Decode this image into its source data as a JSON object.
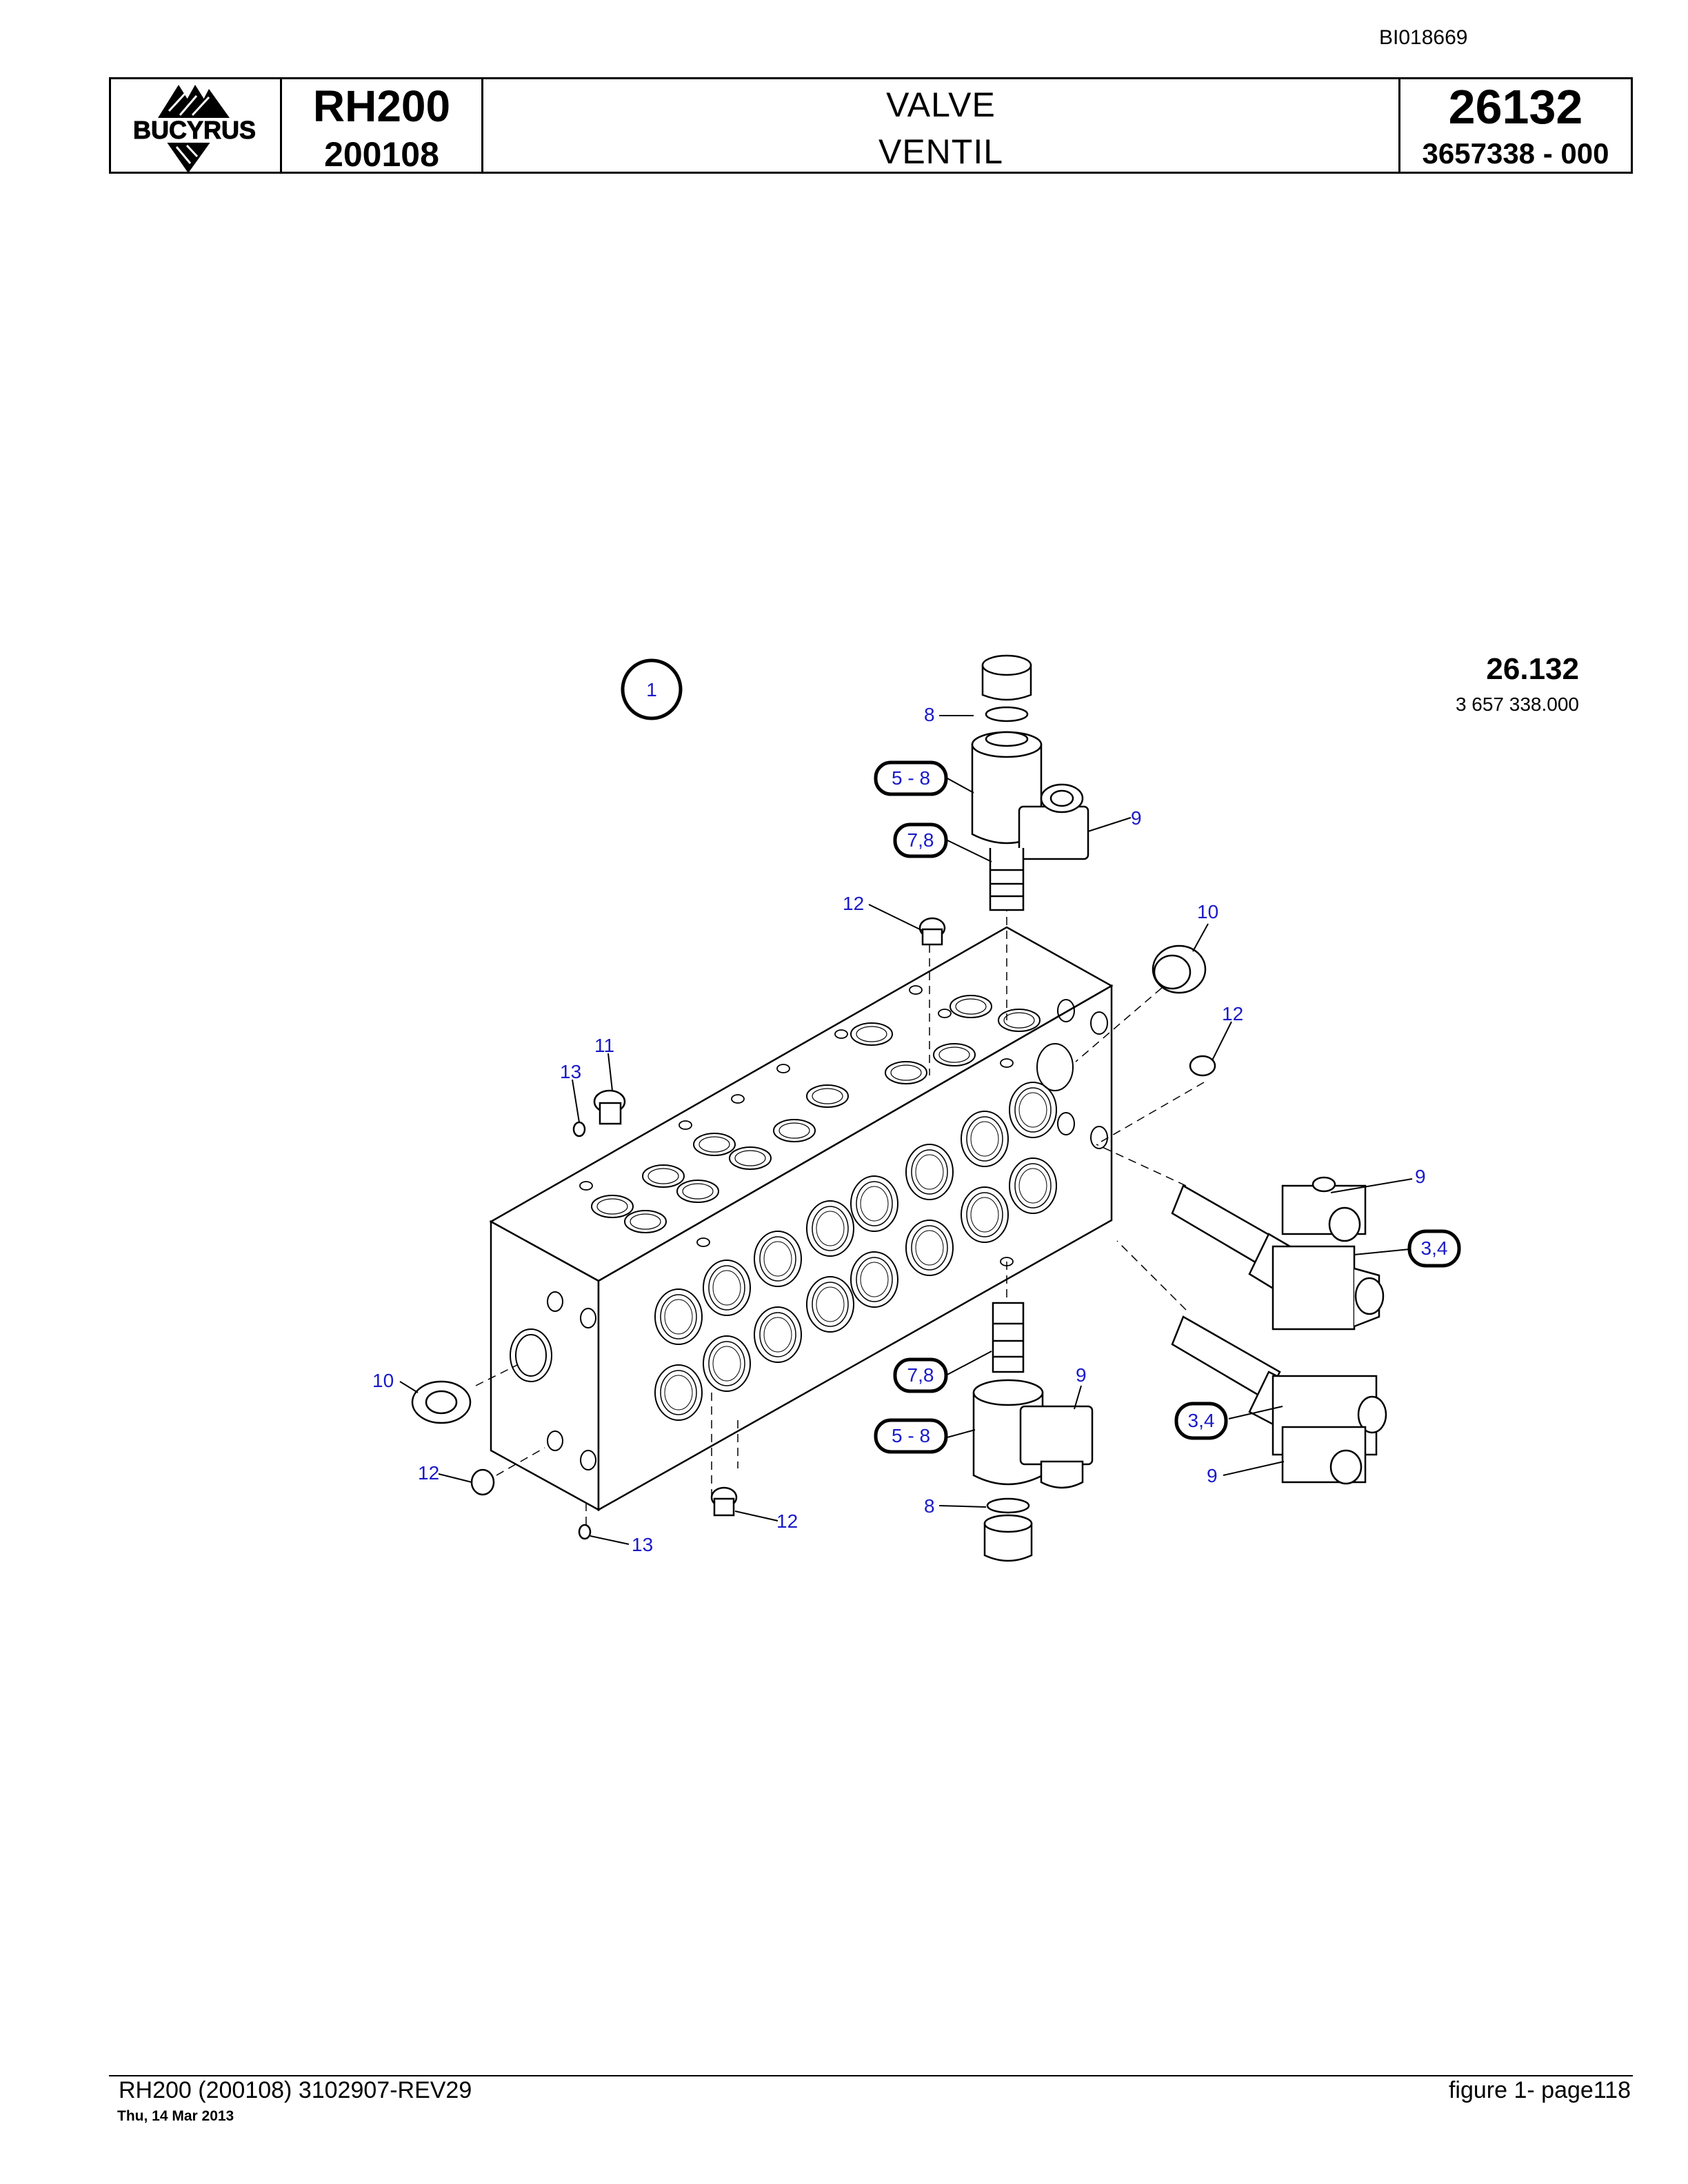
{
  "doc_id": "BI018669",
  "header": {
    "brand": "BUCYRUS",
    "model": "RH200",
    "serial": "200108",
    "title_en": "VALVE",
    "title_de": "VENTIL",
    "group_number": "26132",
    "part_number": "3657338  - 000"
  },
  "figure": {
    "index": "1",
    "group_label": "26.132",
    "part_label": "3 657 338.000",
    "callouts": {
      "top_seal": "8",
      "top_cartridge": "5 - 8",
      "top_seal_kit": "7,8",
      "top_coil": "9",
      "top_plug": "12",
      "right_plug_large": "10",
      "right_plug_small": "12",
      "screw_plug": "11",
      "small_screw_top": "13",
      "right_coil_upper": "9",
      "right_valve_upper": "3,4",
      "left_plug_large": "10",
      "bottom_seal_kit": "7,8",
      "bottom_coil": "9",
      "bottom_cartridge": "5 - 8",
      "right_valve_lower": "3,4",
      "right_coil_lower": "9",
      "left_plug_small": "12",
      "bottom_plug": "12",
      "bottom_seal": "8",
      "small_screw_bottom": "13"
    }
  },
  "footer": {
    "doc_ref": "RH200 (200108) 3102907-REV29",
    "date": "Thu, 14 Mar 2013",
    "page": "figure  1- page118"
  }
}
